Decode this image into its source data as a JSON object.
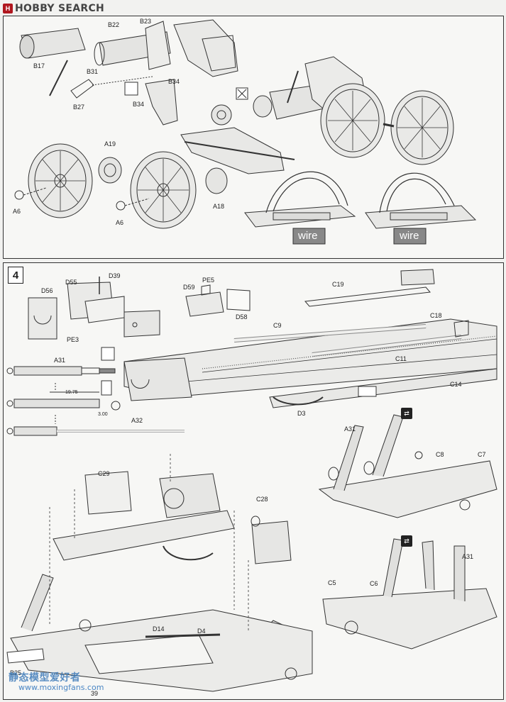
{
  "brand": {
    "logo": "H",
    "name": "HOBBY SEARCH"
  },
  "top_panel": {
    "labels": [
      "B22",
      "B23",
      "B17",
      "B31",
      "B34",
      "B27",
      "B34",
      "A19",
      "A6",
      "A6",
      "A18"
    ],
    "wire_labels": [
      "wire",
      "wire"
    ]
  },
  "step": {
    "number": "4",
    "labels": [
      "D39",
      "D55",
      "D56",
      "PE3",
      "PE5",
      "D59",
      "D58",
      "C19",
      "C18",
      "C9",
      "C11",
      "C14",
      "D3",
      "A31",
      "19.75",
      "3.00",
      "A32",
      "A31",
      "C8",
      "C7",
      "C29",
      "C28",
      "D14",
      "D4",
      "C6",
      "C5",
      "A31",
      "B25",
      "39"
    ]
  },
  "watermark": {
    "text": "静态模型爱好者",
    "url": "www.moxingfans.com"
  },
  "icons": [
    "knife-icon",
    "glue-icon",
    "arrow-indicator-icon",
    "arrow-indicator-icon",
    "no-glue-icon"
  ]
}
